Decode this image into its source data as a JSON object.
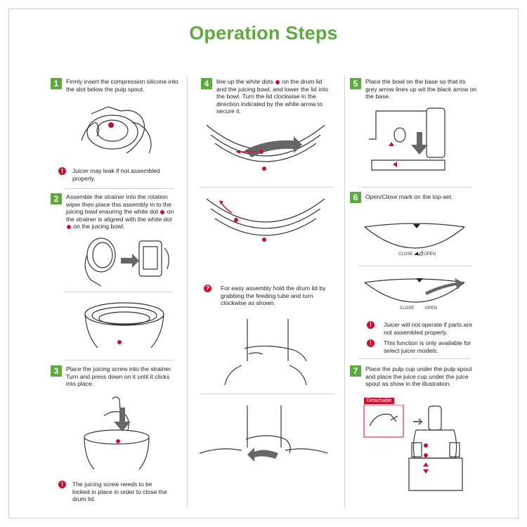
{
  "title": "Operation Steps",
  "colors": {
    "accent": "#5aaa3c",
    "warning": "#c8102e"
  },
  "step1": {
    "num": "1",
    "text": "Firmly insert the compression silicone into the slot below the pulp spout.",
    "warning": "Juicer may leak if not assembled properly."
  },
  "step2": {
    "num": "2",
    "text_a": "Assemble the strainer into the rotation wiper then place this assembly in to the juicing bowl ensuring the white dot",
    "text_b": "on the strainer is aligned with the white dot",
    "text_c": "on the juicing bowl."
  },
  "step3": {
    "num": "3",
    "text": "Place the juicing screw into the strainer. Turn and press down on it until it clicks into place.",
    "warning": "The juicing screw needs to be locked in place in order to close the drum lid."
  },
  "step4": {
    "num": "4",
    "text_a": "line up the white dots",
    "text_b": "on the drum lid and the juicing bowl, and lower the lid into the bowl. Turn the lid clockwise in the direction indicated by the white arrow to secure it.",
    "tip": "For easy assembly hold the drum lid by grabbing the feeding tube and turn clockwise as shown."
  },
  "step5": {
    "num": "5",
    "text": "Place the bowl on the base so that its grey arrow lines up wit the black arrow on the base."
  },
  "step6": {
    "num": "6",
    "text": "Open/Close mark on the top-set.",
    "close_label": "CLOSE",
    "open_label": "OPEN",
    "warning1": "Juicer will not operate if parts are not assembled properly.",
    "warning2": "This function is only available for select juicer models."
  },
  "step7": {
    "num": "7",
    "text": "Place the pulp cup under the pulp spout and place the juice cup under the juice spout as show in the illustration.",
    "tag": "Detachable"
  }
}
